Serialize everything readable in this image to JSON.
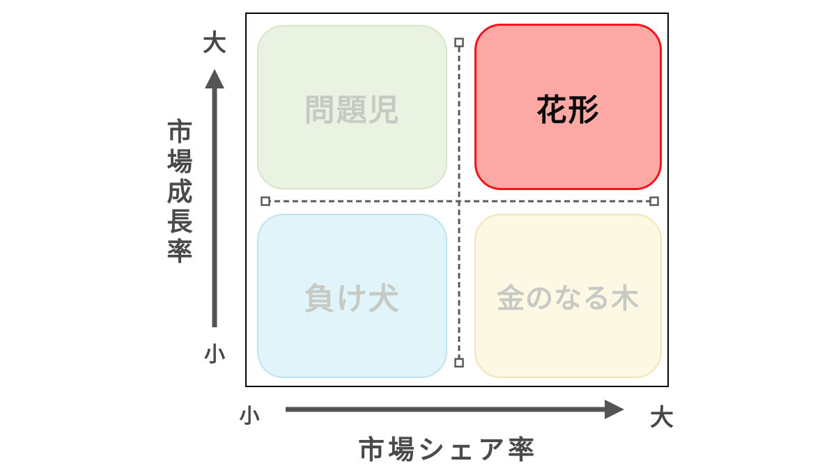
{
  "diagram": {
    "name": "bcg-growth-share-matrix",
    "quadrants": [
      {
        "id": "question-mark",
        "label": "問題児",
        "position": "top-left",
        "fill": "#EAF3E2",
        "border": "#D3E5C5",
        "text_color": "#C7C9C4",
        "highlighted": false
      },
      {
        "id": "star",
        "label": "花形",
        "position": "top-right",
        "fill": "#FCA9A6",
        "border": "#F5121B",
        "text_color": "#0A0A0A",
        "highlighted": true
      },
      {
        "id": "dog",
        "label": "負け犬",
        "position": "bottom-left",
        "fill": "#E0F4FA",
        "border": "#BDE4F0",
        "text_color": "#C7C9C4",
        "highlighted": false
      },
      {
        "id": "cash-cow",
        "label": "金のなる木",
        "position": "bottom-right",
        "fill": "#FDF8E3",
        "border": "#F2E4B5",
        "text_color": "#C7C9C4",
        "highlighted": false
      }
    ],
    "y_axis": {
      "label": "市場成長率",
      "max_label": "大",
      "min_label": "小"
    },
    "x_axis": {
      "label": "市場シェア率",
      "max_label": "大",
      "min_label": "小"
    },
    "colors": {
      "axis_text": "#474747",
      "arrow": "#545454",
      "dashed_line": "#595959",
      "handle_fill": "#FFFFFF",
      "plot_border": "#000000",
      "background": "#FFFFFF"
    }
  }
}
